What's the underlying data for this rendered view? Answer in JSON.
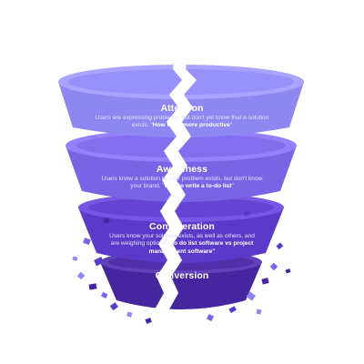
{
  "colors": {
    "attention": "#8e87f2",
    "awareness": "#7a64e6",
    "consideration": "#5a3bc9",
    "conversion": "#45269e",
    "crack": "#ffffff"
  },
  "stages": [
    {
      "title": "Attention",
      "desc_pre": "Users are expressing problems, but don't yet know that a solution exists. \"",
      "desc_bold": "How to be more productive",
      "desc_post": "\""
    },
    {
      "title": "Awareness",
      "desc_pre": "Users know a solution to their problem exists, but don't know your brand. \"",
      "desc_bold": "how to write a to-do list",
      "desc_post": "\""
    },
    {
      "title": "Consideration",
      "desc_pre": "Users know your solution exists, as well as others, and are weighing options. ",
      "desc_bold": "\"to do list software vs project management software\"",
      "desc_post": ""
    },
    {
      "title": "Conversion"
    }
  ]
}
